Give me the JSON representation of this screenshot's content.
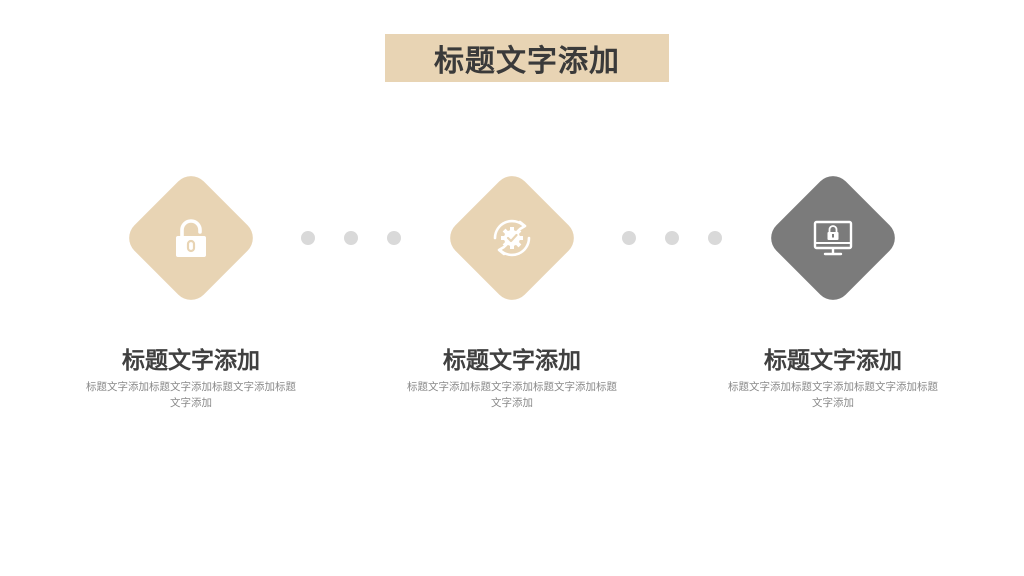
{
  "slide": {
    "title": "标题文字添加"
  },
  "colors": {
    "accent": "#e8d4b4",
    "dark_accent": "#7b7b7b",
    "dot": "#d9d9d9",
    "heading": "#404040",
    "body_text": "#8a8a8a"
  },
  "steps": [
    {
      "icon": "unlock-icon",
      "heading": "标题文字添加",
      "description": "标题文字添加标题文字添加标题文字添加标题文字添加"
    },
    {
      "icon": "refresh-gear-icon",
      "heading": "标题文字添加",
      "description": "标题文字添加标题文字添加标题文字添加标题文字添加"
    },
    {
      "icon": "monitor-lock-icon",
      "heading": "标题文字添加",
      "description": "标题文字添加标题文字添加标题文字添加标题文字添加"
    }
  ]
}
